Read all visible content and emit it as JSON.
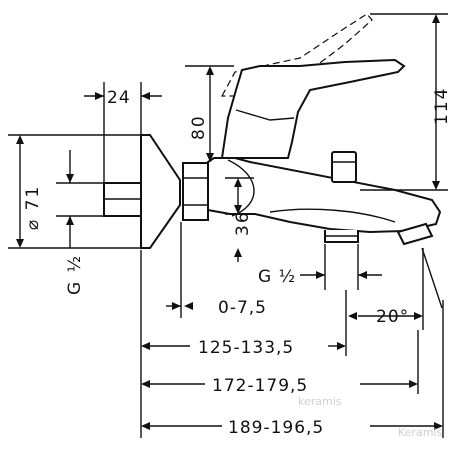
{
  "dimensions": {
    "wall_offset": "24",
    "handle_lift": "80",
    "total_height": "114",
    "escutcheon_diameter": "⌀ 71",
    "connection_left": "G ½",
    "spout_height": "36",
    "connection_bottom": "G ½",
    "adjust_range": "0-7,5",
    "spout_reach": "20°",
    "length_outlet": "125-133,5",
    "length_spout": "172-179,5",
    "length_total": "189-196,5"
  },
  "watermarks": {
    "mid": "keramis",
    "corner": "Keramis"
  }
}
